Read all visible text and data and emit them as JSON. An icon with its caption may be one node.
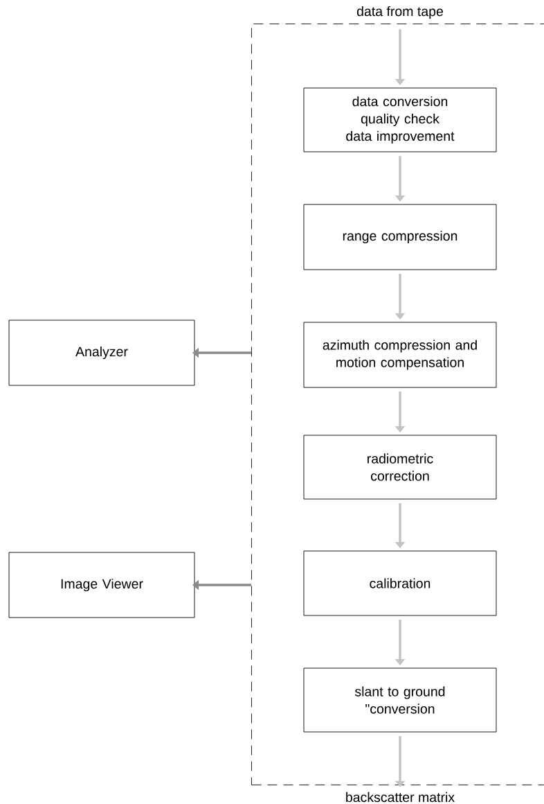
{
  "diagram": {
    "nodes": [
      {
        "text": [
          "data from tape"
        ]
      },
      {
        "text": [],
        "shape": "box"
      },
      {
        "text": [
          "data conversion quality check data improvement"
        ],
        "in": 1
      },
      {
        "text": [
          "range compression"
        ],
        "in": 1
      },
      {
        "text": [
          "azimuth compression and motion compensation"
        ],
        "in": 1
      },
      {
        "text": [
          "radiometric correction"
        ],
        "in": 1
      },
      {
        "text": [
          "calibration"
        ],
        "in": 1
      },
      {
        "text": [
          "slant to ground \"conversion"
        ],
        "in": 1
      },
      {
        "text": [
          "Analyzer"
        ]
      },
      {
        "text": [
          "Image Viewer"
        ]
      },
      {
        "text": [
          "backscatter matrix"
        ]
      }
    ],
    "edges": [
      {
        "from": 0,
        "to": 2,
        "arrow": "to"
      },
      {
        "from": 2,
        "to": 3,
        "arrow": "to"
      },
      {
        "from": 3,
        "to": 4,
        "arrow": "to"
      },
      {
        "from": 4,
        "to": 5,
        "arrow": "to"
      },
      {
        "from": 5,
        "to": 6,
        "arrow": "to"
      },
      {
        "from": 6,
        "to": 7,
        "arrow": "to"
      },
      {
        "from": 7,
        "to": 10,
        "arrow": "to"
      },
      {
        "from": 1,
        "to": 8,
        "arrow": "to",
        "color": "#8a8a8a"
      },
      {
        "from": 1,
        "to": 9,
        "arrow": "to",
        "color": "#8a8a8a"
      }
    ]
  }
}
